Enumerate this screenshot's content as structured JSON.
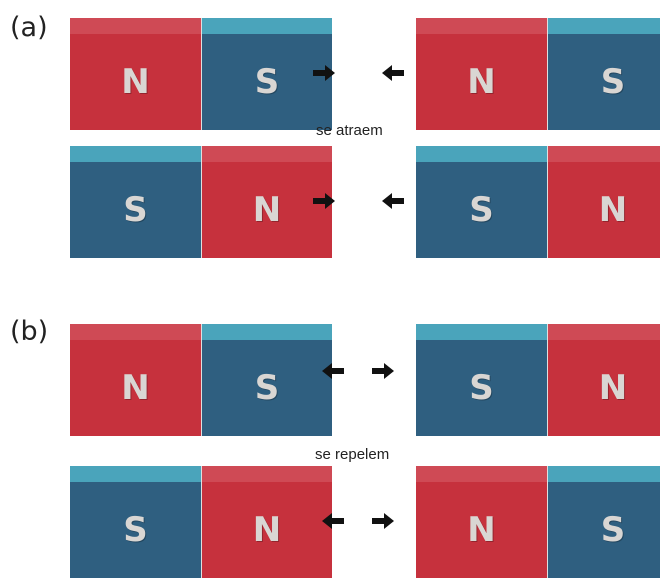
{
  "sections": [
    {
      "label": "(a)",
      "caption": "se atraem",
      "rows": [
        {
          "left": [
            "N",
            "S"
          ],
          "right": [
            "N",
            "S"
          ],
          "arrows": "toward"
        },
        {
          "left": [
            "S",
            "N"
          ],
          "right": [
            "S",
            "N"
          ],
          "arrows": "toward"
        }
      ]
    },
    {
      "label": "(b)",
      "caption": "se repelem",
      "rows": [
        {
          "left": [
            "N",
            "S"
          ],
          "right": [
            "S",
            "N"
          ],
          "arrows": "away"
        },
        {
          "left": [
            "S",
            "N"
          ],
          "right": [
            "N",
            "S"
          ],
          "arrows": "away"
        }
      ]
    }
  ],
  "colors": {
    "north_pole": "#c6313d",
    "south_pole": "#2f5f80",
    "pole_letter": "#d9d6d3",
    "arrow": "#111111"
  }
}
